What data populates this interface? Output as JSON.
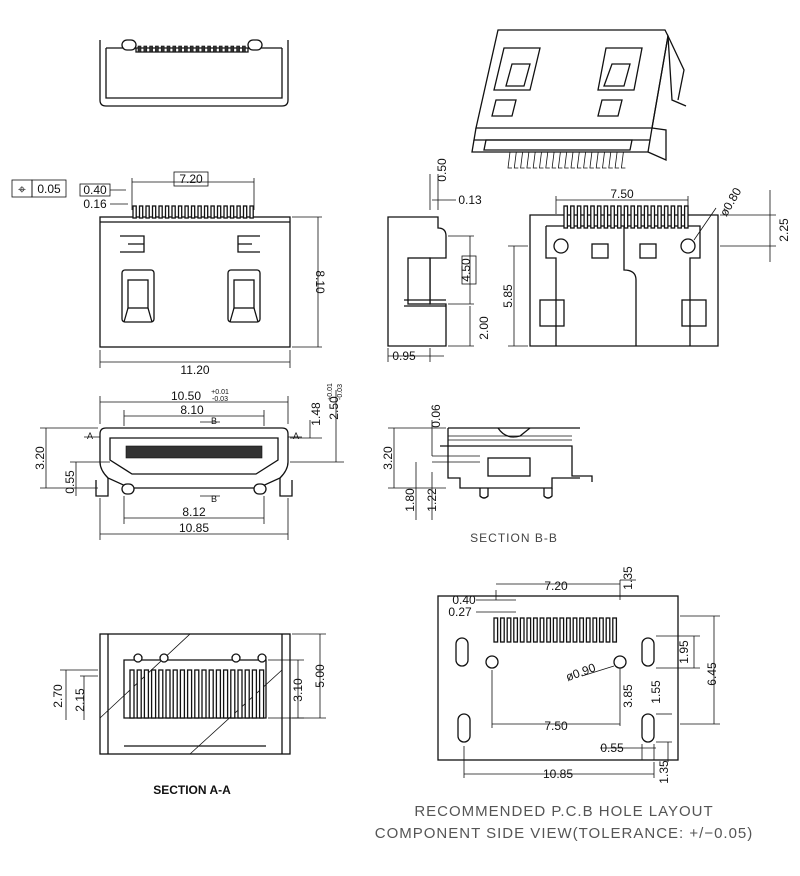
{
  "tolerance_frame": {
    "symbol": "⌖",
    "value": "0.05"
  },
  "top_view": {
    "dim_pitch_span": "7.20",
    "dim_pin_width": "0.40",
    "dim_pin_gap": "0.16",
    "dim_height": "8.10",
    "dim_width": "11.20"
  },
  "side_view": {
    "dim_top": "0.50",
    "dim_thick": "0.13",
    "dim_boss": "4.50",
    "dim_low": "2.00",
    "dim_foot": "0.95"
  },
  "rear_view": {
    "dim_span": "7.50",
    "dim_hole": "ø0.80",
    "dim_right": "2.25",
    "dim_left": "5.85"
  },
  "front_view": {
    "dim_shell": "10.50",
    "dim_shell_tol_up": "+0.01",
    "dim_shell_tol_dn": "-0.03",
    "dim_opening": "8.10",
    "dim_height": "3.20",
    "dim_low": "0.55",
    "dim_tab": "1.48",
    "dim_total_h": "2.50",
    "dim_total_tol_up": "+0.01",
    "dim_total_tol_dn": "-0.03",
    "dim_bottom_span": "8.12",
    "dim_total_w": "10.85",
    "label_a_left": "A",
    "label_a_right": "A",
    "label_b_top": "B",
    "label_b_bottom": "B"
  },
  "section_bb": {
    "dim_h": "3.20",
    "dim_gap": "0.06",
    "dim_leg1": "1.80",
    "dim_leg2": "1.22",
    "caption": "SECTION B-B"
  },
  "section_aa": {
    "dim_left1": "2.70",
    "dim_left2": "2.15",
    "dim_right1": "3.10",
    "dim_right2": "5.00",
    "caption": "SECTION A-A"
  },
  "pcb_layout": {
    "dim_pitch_span": "7.20",
    "dim_top_right": "1.35",
    "dim_pad_w": "0.40",
    "dim_pad_gap": "0.27",
    "dim_hole": "ø0.90",
    "dim_slot_top": "1.95",
    "dim_total_h": "6.45",
    "dim_slot_len": "1.55",
    "dim_vert": "3.85",
    "dim_hole_span": "7.50",
    "dim_slot_w": "0.55",
    "dim_total_w": "10.85",
    "dim_bottom_right": "1.35"
  },
  "captions": {
    "line1": "RECOMMENDED P.C.B HOLE LAYOUT",
    "line2": "COMPONENT SIDE VIEW(TOLERANCE: +/−0.05)"
  }
}
